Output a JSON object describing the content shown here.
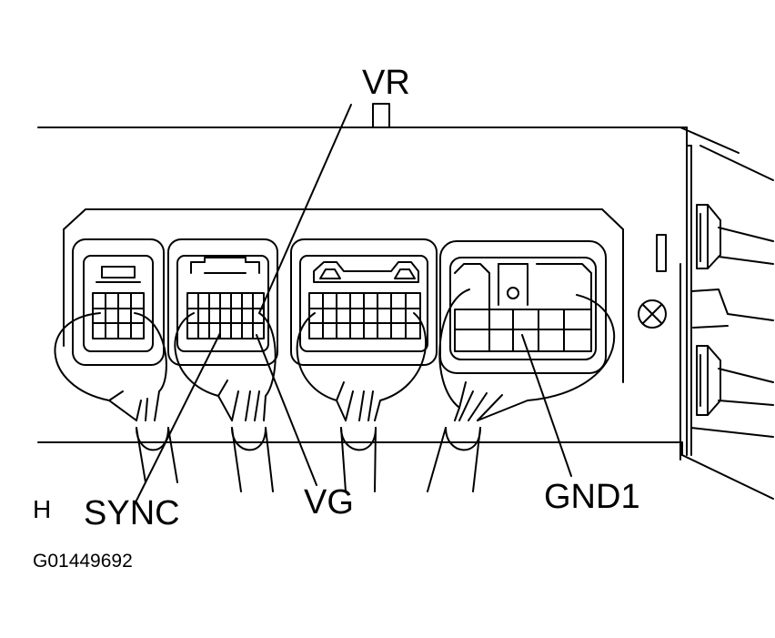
{
  "labels": {
    "vr": "VR",
    "sync": "SYNC",
    "vg": "VG",
    "gnd1": "GND1"
  },
  "section_letter": "H",
  "figure_id": "G01449692",
  "colors": {
    "ink": "#000000",
    "paper": "#ffffff"
  },
  "icons": {
    "ground_symbol": "circle-x-icon"
  }
}
